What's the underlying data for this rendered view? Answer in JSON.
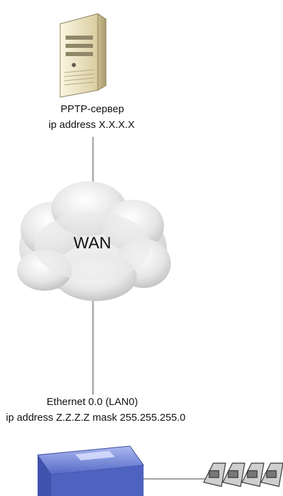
{
  "server": {
    "line1": "PPTP-сервер",
    "line2": "ip address X.X.X.X",
    "icon": "server-tower-icon"
  },
  "cloud": {
    "label": "WAN",
    "icon": "cloud-icon"
  },
  "router": {
    "line1": "Ethernet 0.0 (LAN0)",
    "line2": "ip address Z.Z.Z.Z mask 255.255.255.0",
    "icon": "router-icon"
  },
  "phones": {
    "icon": "phones-icon"
  },
  "colors": {
    "link": "#7f7f7f",
    "server_body": "#e9dfb8",
    "cloud": "#e2e2e2",
    "router": "#4e62c0"
  }
}
